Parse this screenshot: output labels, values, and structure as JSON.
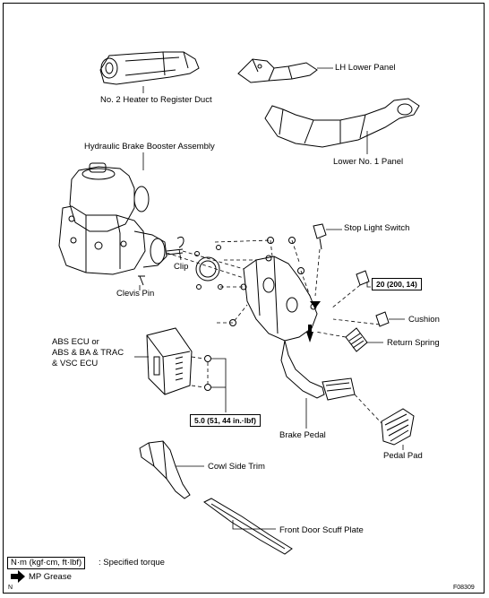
{
  "labels": {
    "heater_duct": "No. 2 Heater to Register Duct",
    "lh_lower_panel": "LH Lower Panel",
    "lower_no1_panel": "Lower No. 1 Panel",
    "brake_booster": "Hydraulic Brake Booster Assembly",
    "stop_light_switch": "Stop Light Switch",
    "clip": "Clip",
    "clevis_pin": "Clevis Pin",
    "cushion": "Cushion",
    "return_spring": "Return Spring",
    "ecu_line1": "ABS ECU or",
    "ecu_line2": "ABS & BA & TRAC",
    "ecu_line3": "& VSC ECU",
    "brake_pedal": "Brake Pedal",
    "pedal_pad": "Pedal Pad",
    "cowl_side_trim": "Cowl Side Trim",
    "front_door_scuff_plate": "Front Door Scuff Plate"
  },
  "torques": {
    "stop_switch_nut": "20 (200, 14)",
    "ecu_nuts": "5.0 (51, 44 in.·lbf)"
  },
  "legend": {
    "torque_box": "N·m (kgf·cm, ft·lbf)",
    "torque_text": ": Specified torque",
    "grease_text": "MP Grease",
    "arrow_icon": "arrow-right-icon"
  },
  "footer": {
    "corner_letter": "N",
    "figure_code": "F08309"
  }
}
